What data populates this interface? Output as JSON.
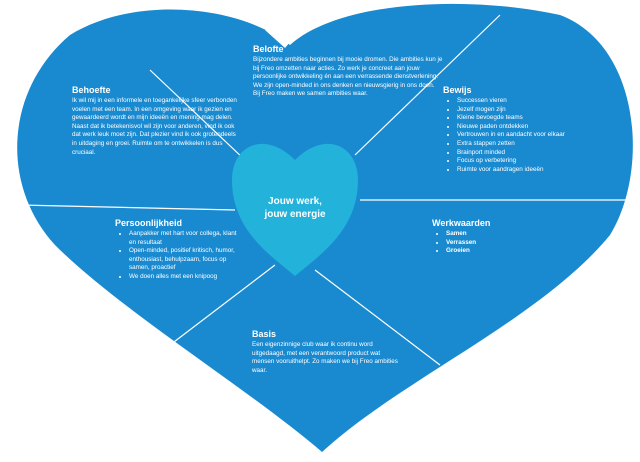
{
  "colors": {
    "heart": "#1a8ad0",
    "inner": "#22b2da",
    "lines": "#ffffff"
  },
  "center": {
    "line1": "Jouw werk,",
    "line2": "jouw energie"
  },
  "belofte": {
    "title": "Belofte",
    "lines": [
      "Bijzondere ambities beginnen bij mooie dromen. Die ambities kun je bij Freo omzetten naar acties. Zo werk je concreet aan jouw persoonlijke ontwikkeling én aan een verrassende dienstverlening. We zijn open-minded in ons denken en nieuwsgierig in ons doen.",
      "Bij Freo maken we samen ambities waar."
    ]
  },
  "behoefte": {
    "title": "Behoefte",
    "text": "Ik wil mij in een informele en toegankelijke sfeer verbonden voelen met een team. In een omgeving waar ik gezien en gewaardeerd wordt en mijn ideeën en mening mag delen. Naast dat ik betekenisvol wil zijn voor anderen, vind ik ook dat werk leuk moet zijn. Dat plezier vind ik ook grotendeels in uitdaging en groei. Ruimte om te ontwikkelen is dus cruciaal."
  },
  "bewijs": {
    "title": "Bewijs",
    "items": [
      "Successen vieren",
      "Jezelf mogen zijn",
      "Kleine bevoegde teams",
      "Nieuwe paden ontdekken",
      "Vertrouwen in en aandacht voor elkaar",
      "Extra stappen zetten",
      "Brainport minded",
      "Focus op verbetering",
      "Ruimte voor aandragen ideeën"
    ]
  },
  "persoonlijkheid": {
    "title": "Persoonlijkheid",
    "items": [
      "Aanpakker met hart voor collega, klant en resultaat",
      "Open-minded, positief kritisch, humor, enthousiast, behulpzaam, focus op samen, proactief",
      "We doen alles met een knipoog"
    ]
  },
  "werkwaarden": {
    "title": "Werkwaarden",
    "items": [
      "Samen",
      "Verrassen",
      "Groeien"
    ]
  },
  "basis": {
    "title": "Basis",
    "text": "Een eigenzinnige club waar ik continu word uitgedaagd, met een verantwoord product wat mensen vooruithelpt. Zo maken we bij Freo ambities waar."
  }
}
